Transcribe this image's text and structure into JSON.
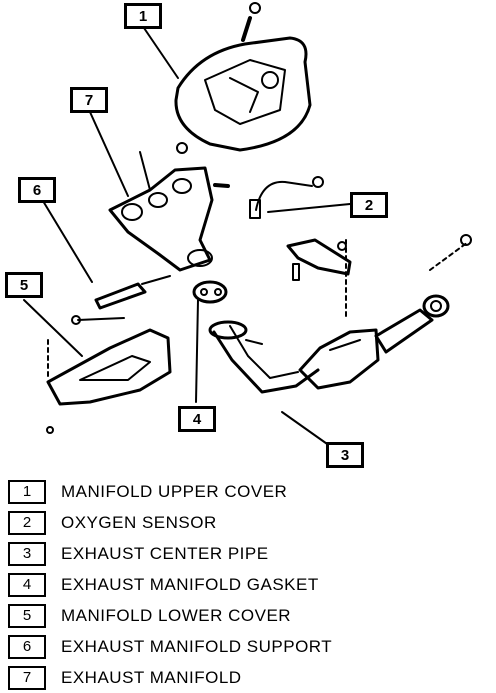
{
  "callouts": [
    {
      "number": "1"
    },
    {
      "number": "2"
    },
    {
      "number": "3"
    },
    {
      "number": "4"
    },
    {
      "number": "5"
    },
    {
      "number": "6"
    },
    {
      "number": "7"
    }
  ],
  "legend": [
    {
      "number": "1",
      "label": "MANIFOLD UPPER COVER"
    },
    {
      "number": "2",
      "label": "OXYGEN SENSOR"
    },
    {
      "number": "3",
      "label": "EXHAUST CENTER PIPE"
    },
    {
      "number": "4",
      "label": "EXHAUST MANIFOLD GASKET"
    },
    {
      "number": "5",
      "label": "MANIFOLD LOWER COVER"
    },
    {
      "number": "6",
      "label": "EXHAUST MANIFOLD SUPPORT"
    },
    {
      "number": "7",
      "label": "EXHAUST MANIFOLD"
    }
  ]
}
